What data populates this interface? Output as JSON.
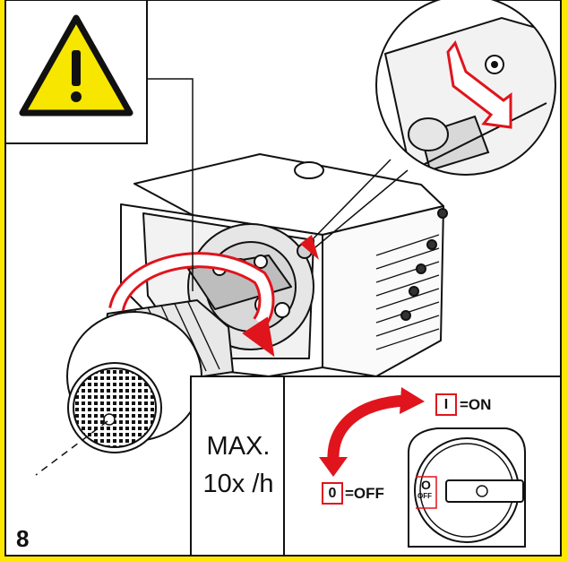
{
  "step_number": "8",
  "max_operations": {
    "line1": "MAX.",
    "line2": "10x /h"
  },
  "switch_positions": {
    "on": {
      "symbol": "I",
      "label": "=ON"
    },
    "off": {
      "symbol": "0",
      "label": "=OFF"
    },
    "knob_marking": {
      "symbol": "O",
      "label": "OFF"
    }
  },
  "colors": {
    "warning_yellow": "#f7e600",
    "arrow_red": "#e0141c",
    "line_black": "#111111",
    "border_yellow": "#ffe800"
  },
  "icons": [
    "warning-triangle-icon",
    "rotation-arrow-icon",
    "switch-direction-arrow-icon"
  ]
}
